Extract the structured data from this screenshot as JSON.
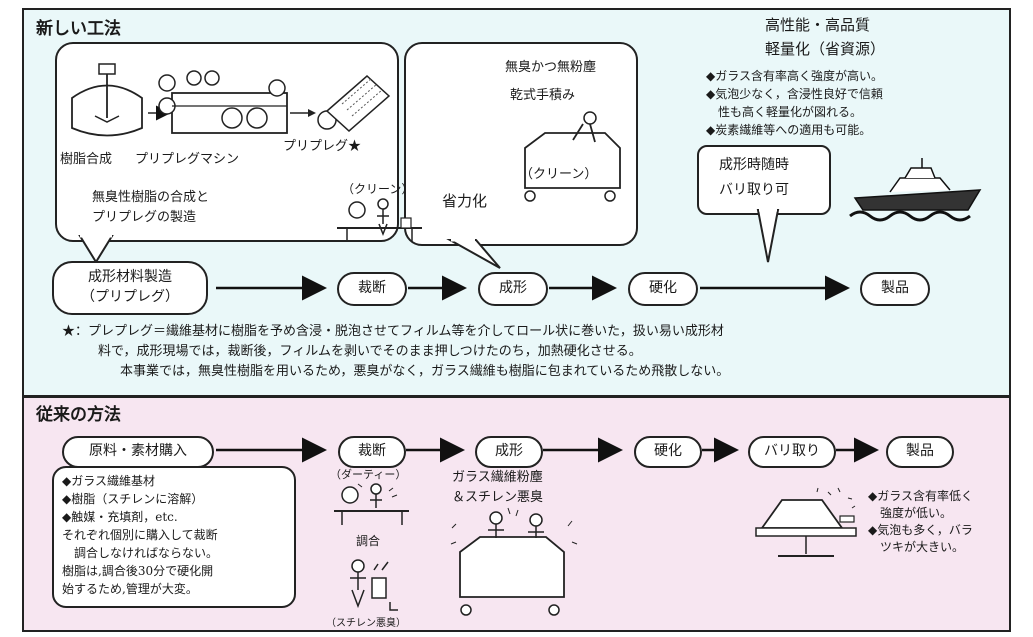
{
  "new_method": {
    "title": "新しい工法",
    "machine_labels": [
      "樹脂合成",
      "プリプレグマシン",
      "プリプレグ★"
    ],
    "resin_note": [
      "無臭性樹脂の合成と",
      "プリプレグの製造"
    ],
    "forming_note": [
      "無臭かつ無粉塵",
      "乾式手積み"
    ],
    "clean_label_cut": "（クリーン）",
    "clean_label_form": "（クリーン）",
    "labor_saving": "省力化",
    "quality_title": [
      "高性能・高品質",
      "軽量化（省資源）"
    ],
    "quality_bullets": [
      "◆ガラス含有率高く強度が高い。",
      "◆気泡少なく，含浸性良好で信頼",
      "　性も高く軽量化が図れる。",
      "◆炭素繊維等への適用も可能。"
    ],
    "deburr_note": [
      "成形時随時",
      "バリ取り可"
    ],
    "steps": [
      {
        "label": "成形材料製造\n（プリプレグ）"
      },
      {
        "label": "裁断"
      },
      {
        "label": "成形"
      },
      {
        "label": "硬化"
      },
      {
        "label": "製品"
      }
    ],
    "footnote": [
      "★：プレプレグ＝繊維基材に樹脂を予め含浸・脱泡させてフィルム等を介してロール状に巻いた，扱い易い成形材",
      "料で，成形現場では，裁断後，フィルムを剥いでそのまま押しつけたのち，加熱硬化させる。",
      "本事業では，無臭性樹脂を用いるため，悪臭がなく，ガラス繊維も樹脂に包まれているため飛散しない。"
    ]
  },
  "old_method": {
    "title": "従来の方法",
    "steps": [
      {
        "label": "原料・素材購入"
      },
      {
        "label": "裁断"
      },
      {
        "label": "成形"
      },
      {
        "label": "硬化"
      },
      {
        "label": "バリ取り"
      },
      {
        "label": "製品"
      }
    ],
    "materials_note": [
      "◆ガラス繊維基材",
      "◆樹脂（スチレンに溶解）",
      "◆触媒・充填剤，etc.",
      "それぞれ個別に購入して裁断",
      "調合しなければならない。",
      "樹脂は,調合後30分で硬化開",
      "始するため,管理が大変。"
    ],
    "dirty_label": "（ダーティー）",
    "mixing_label": "調合",
    "styrene_label": "（スチレン悪臭）",
    "forming_note": [
      "ガラス繊維粉塵",
      "＆スチレン悪臭"
    ],
    "result_bullets": [
      "◆ガラス含有率低く",
      "　強度が低い。",
      "◆気泡も多く，バラ",
      "　ツキが大きい。"
    ]
  }
}
